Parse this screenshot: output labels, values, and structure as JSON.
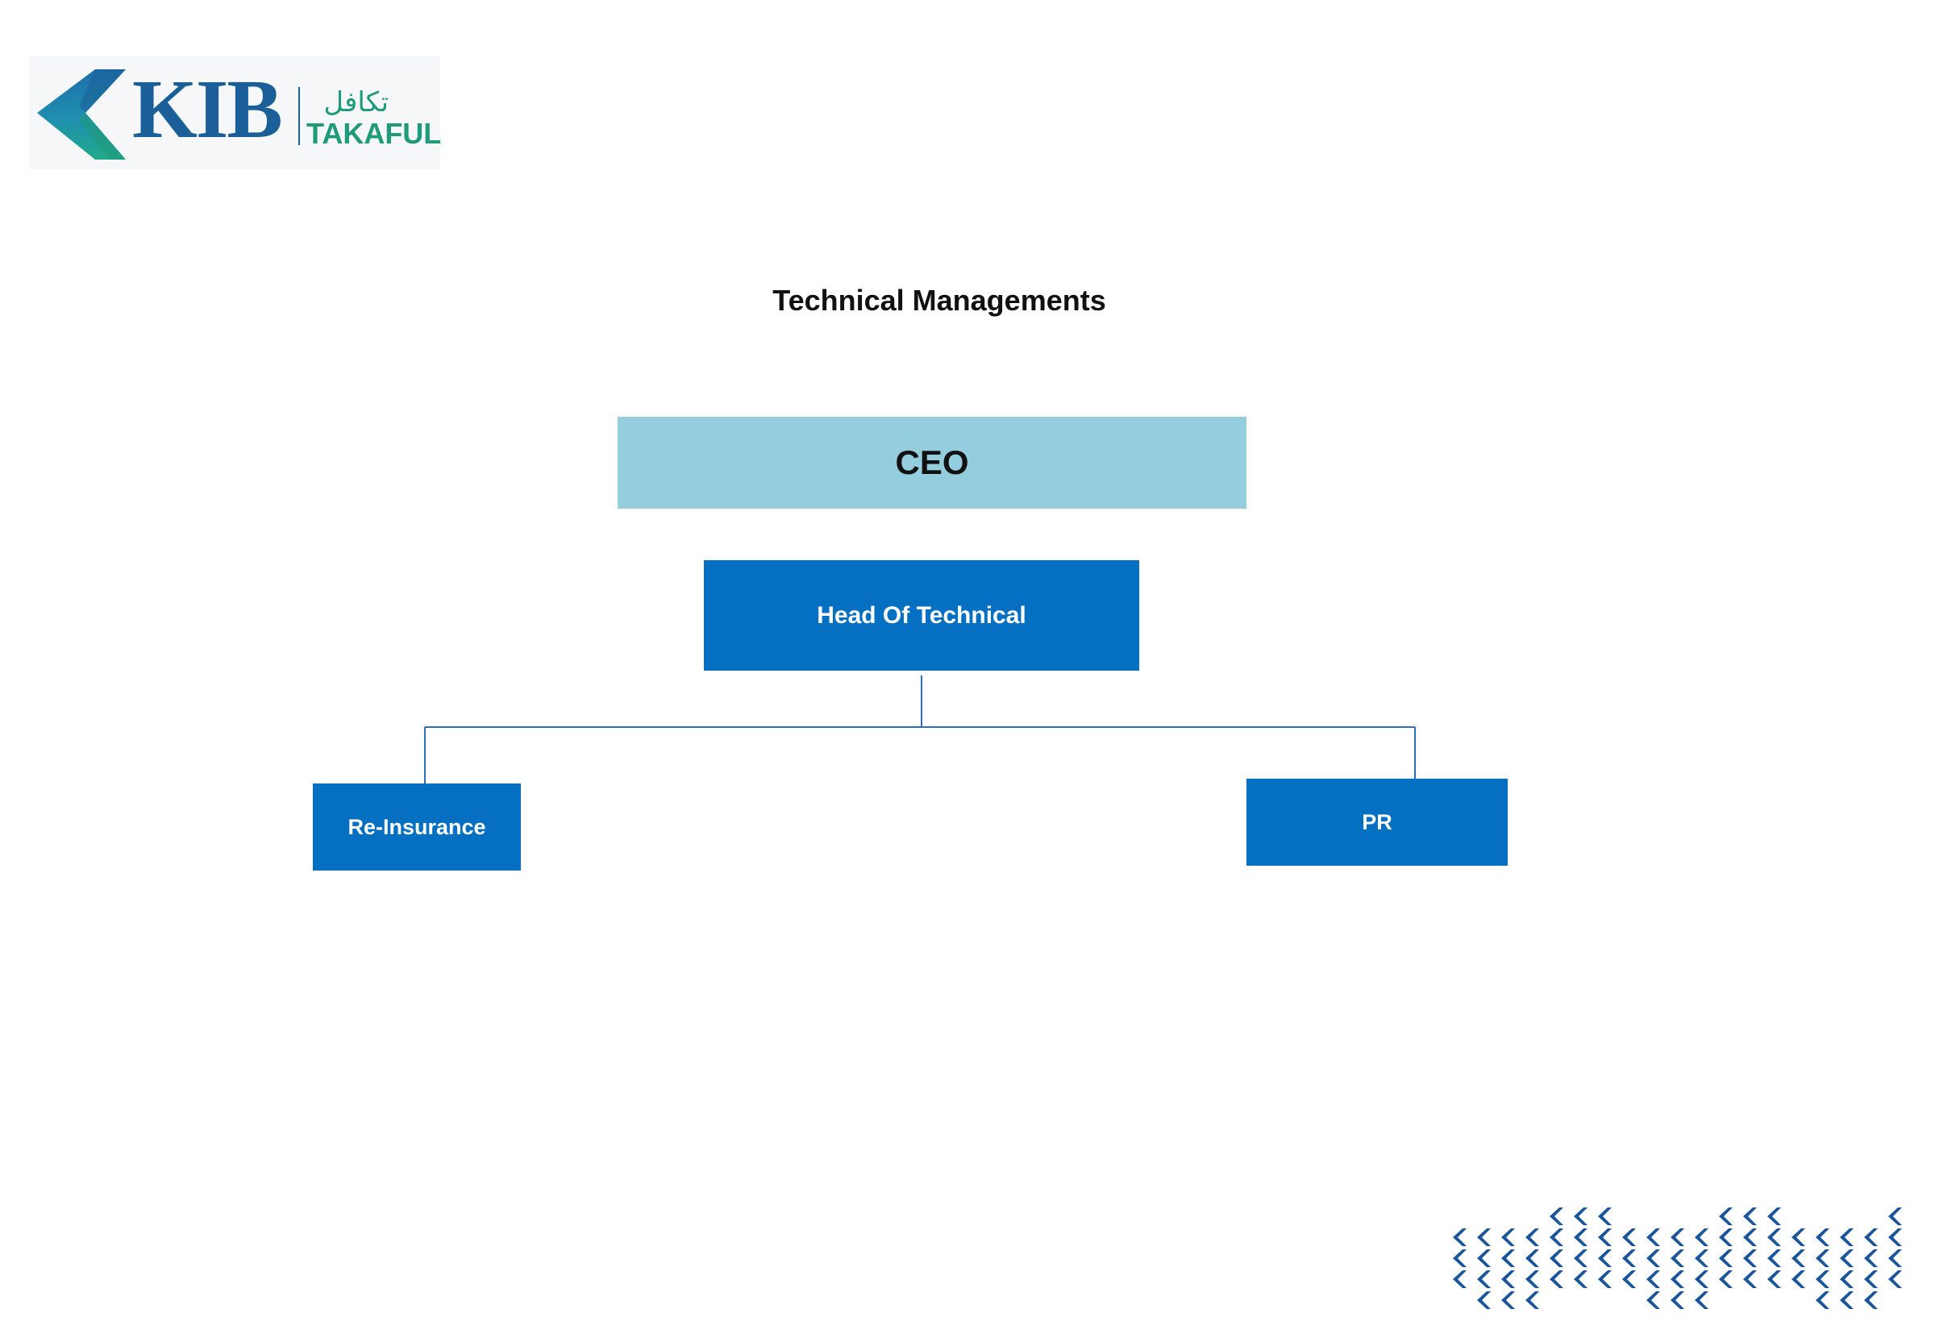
{
  "logo": {
    "brand": "KIB",
    "arabic_text": "تكافل",
    "english_text": "TAKAFUL",
    "colors": {
      "blue": "#1a5f97",
      "green": "#1f9a7a"
    }
  },
  "chart": {
    "title": "Technical Managements",
    "nodes": {
      "ceo": "CEO",
      "head": "Head Of Technical",
      "reinsurance": "Re-Insurance",
      "pr": "PR"
    },
    "edges": [
      {
        "from": "head",
        "to": "reinsurance"
      },
      {
        "from": "head",
        "to": "pr"
      }
    ],
    "colors": {
      "ceo_fill": "#94cddd",
      "node_fill": "#0570c1",
      "connector": "#2f6fb8"
    }
  },
  "decoration": {
    "pattern_icon": "chevron-pattern-icon",
    "color": "#1a5599"
  }
}
